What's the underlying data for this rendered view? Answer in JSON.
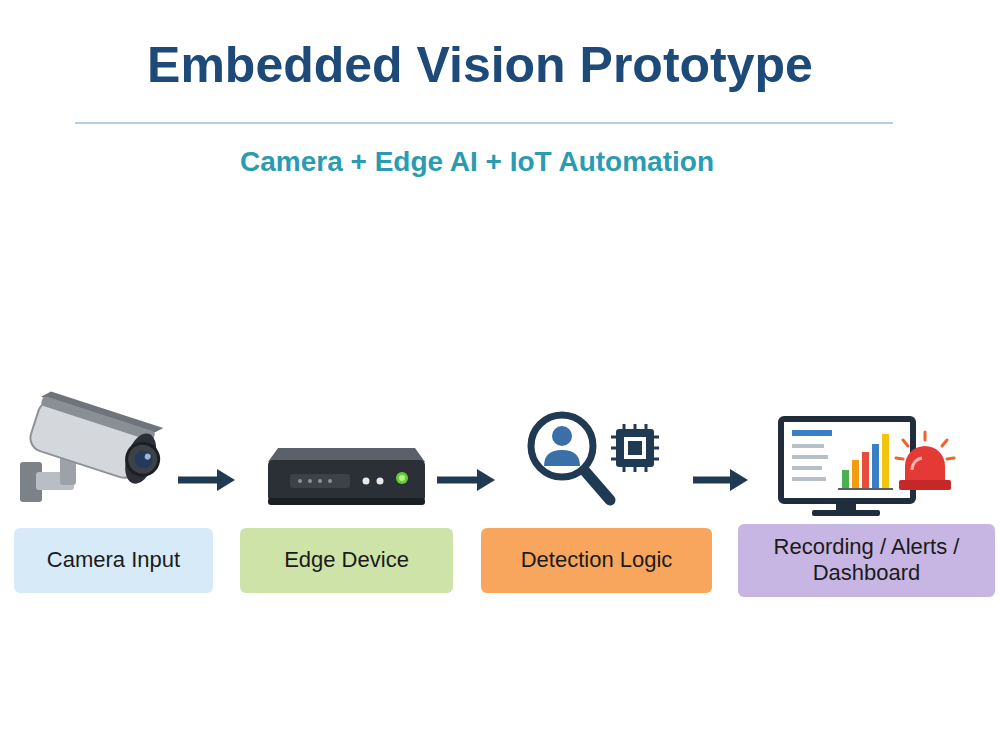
{
  "diagram": {
    "title": "Embedded Vision Prototype",
    "nodes": [
      {
        "text": [
          "Camera Input"
        ]
      },
      {
        "text": [
          "Edge Device"
        ]
      },
      {
        "text": [
          "Detection Logic"
        ]
      },
      {
        "text": [
          "Recording / Alerts / Dashboard"
        ]
      }
    ],
    "edges": [
      {
        "from": 0,
        "to": 1,
        "arrow": "to"
      },
      {
        "from": 1,
        "to": 2,
        "arrow": "to"
      },
      {
        "from": 2,
        "to": 3,
        "arrow": "to"
      }
    ],
    "labels": [
      "Camera + Edge AI + IoT Automation"
    ]
  }
}
